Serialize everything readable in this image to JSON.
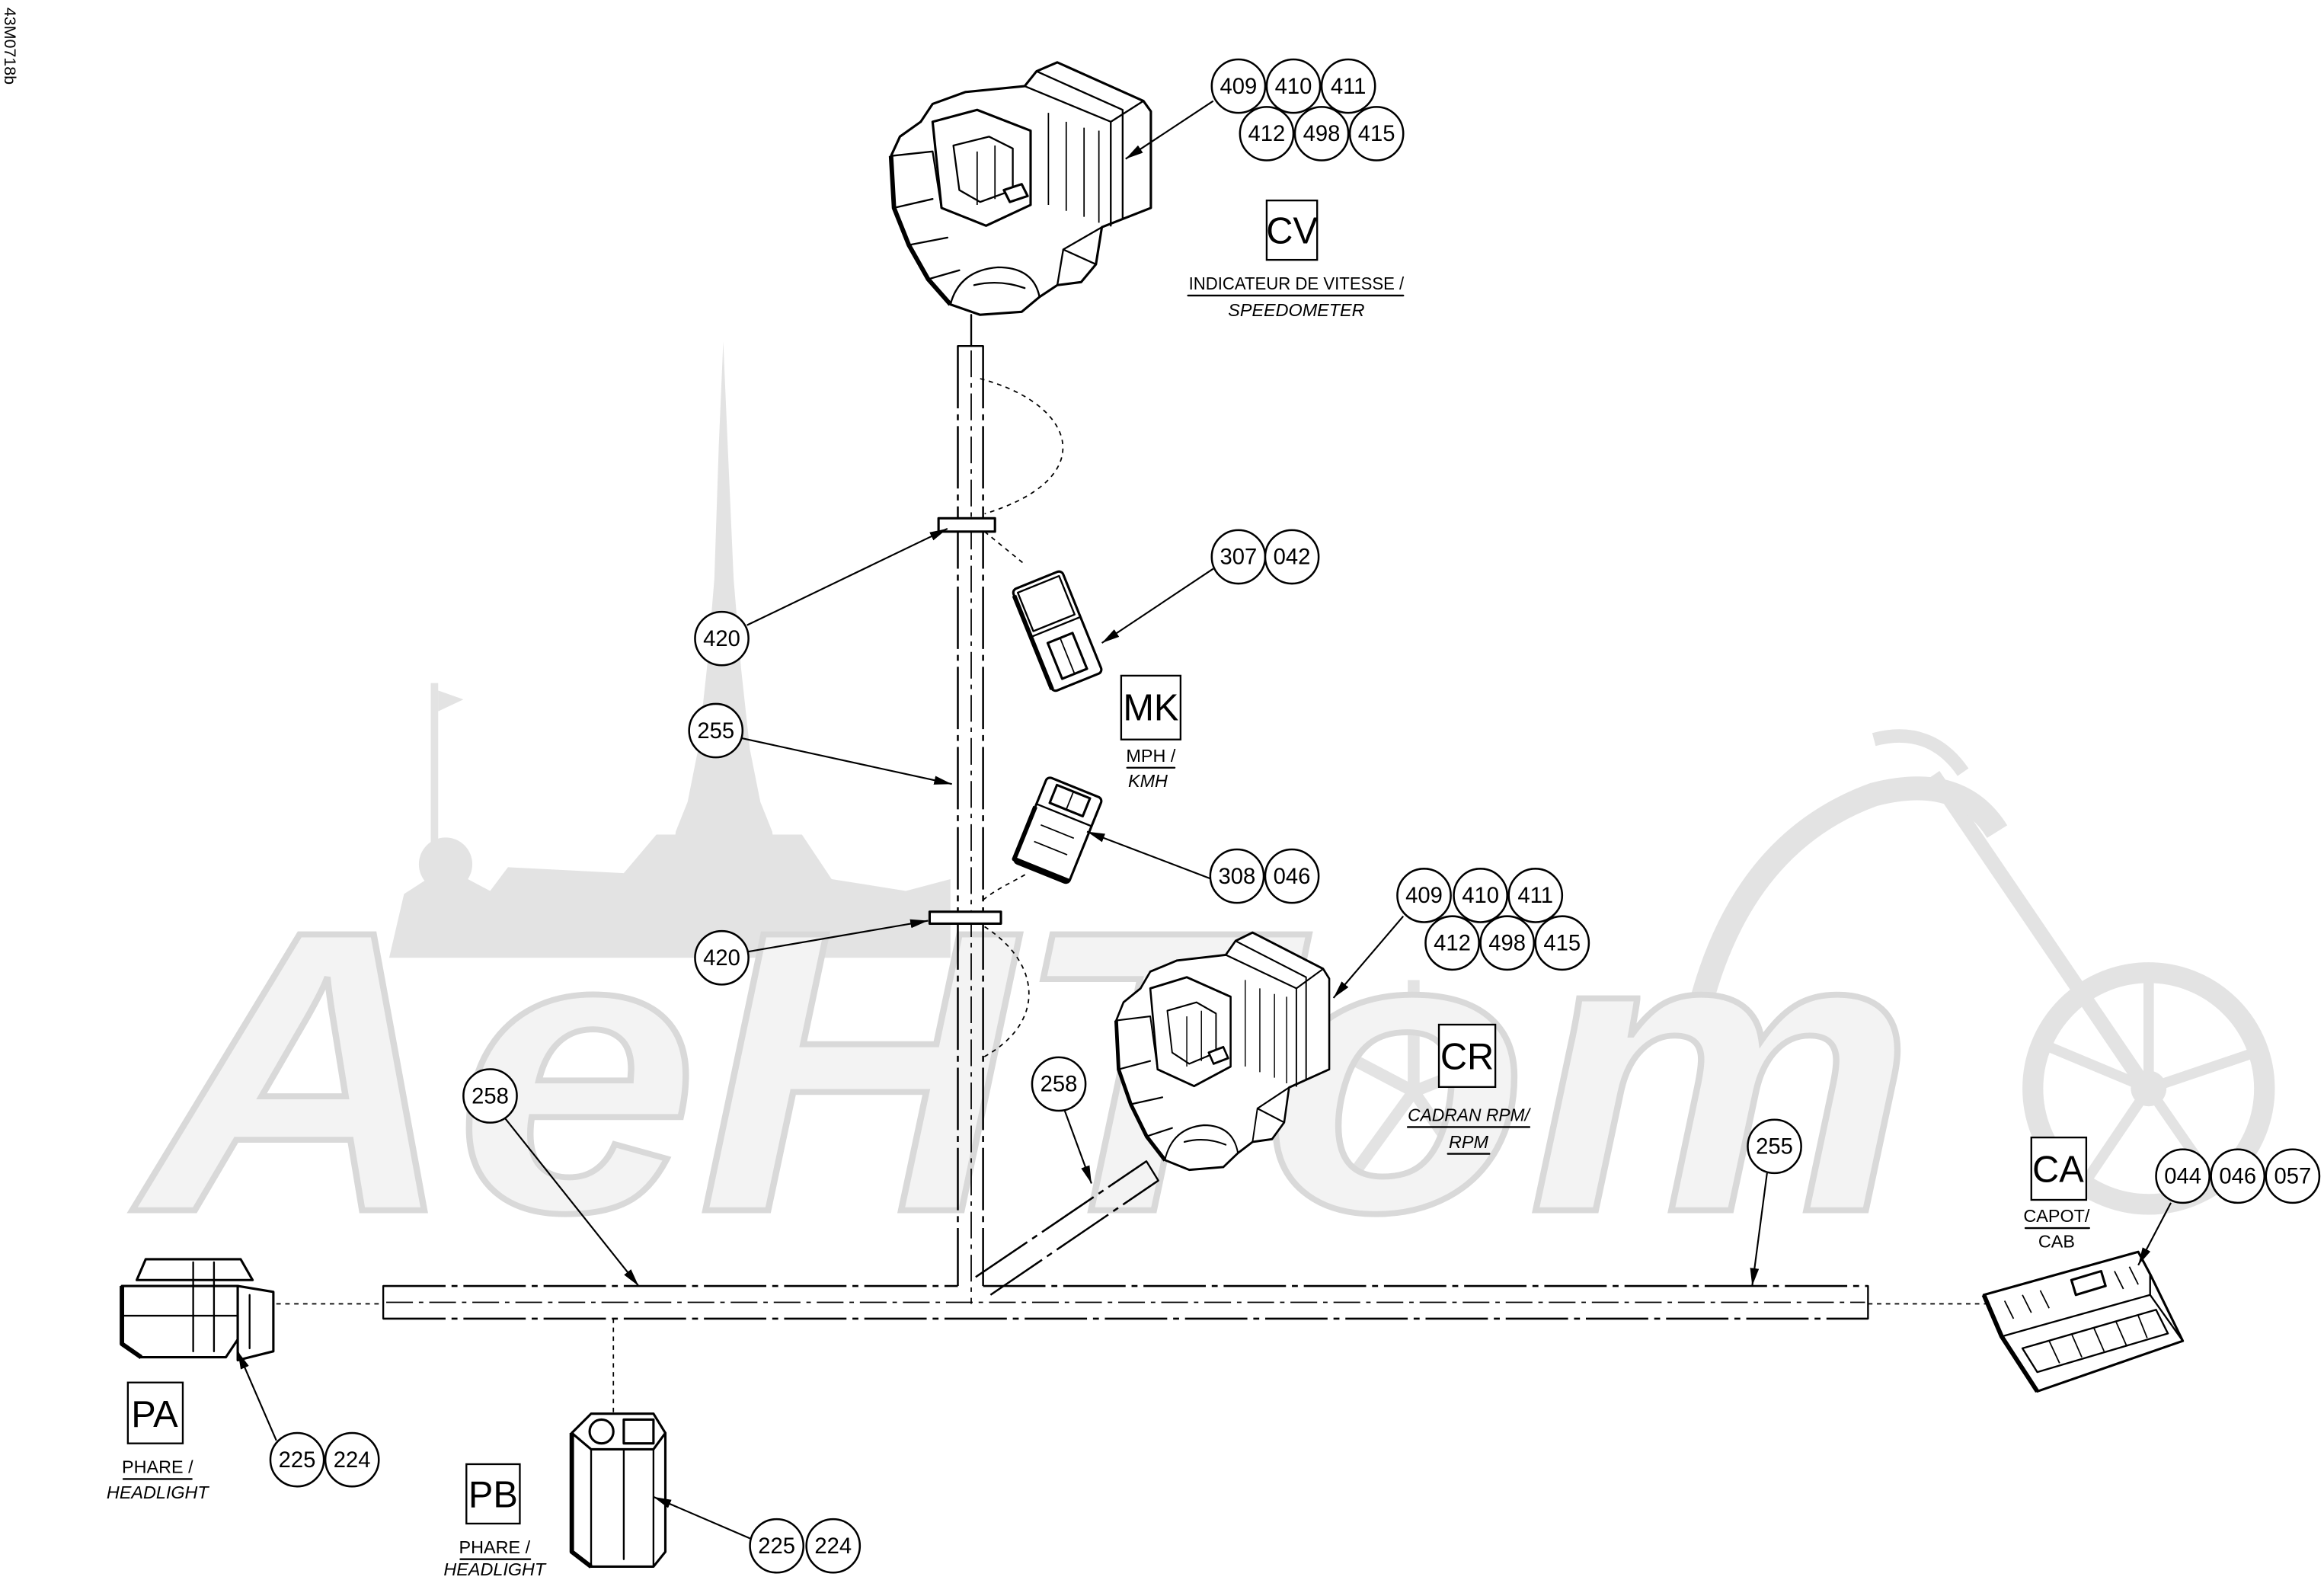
{
  "drawing_ref": "43M0718b",
  "watermark": "AeHTom",
  "connectors": {
    "cv": {
      "code": "CV",
      "label_fr": "INDICATEUR DE VITESSE /",
      "label_en": "SPEEDOMETER",
      "parts": [
        "409",
        "410",
        "411",
        "412",
        "498",
        "415"
      ]
    },
    "mk": {
      "code": "MK",
      "label_fr": "MPH /",
      "label_en": "KMH",
      "plug_parts": [
        "307",
        "042"
      ],
      "socket_parts": [
        "308",
        "046"
      ]
    },
    "cr": {
      "code": "CR",
      "label_fr": "CADRAN RPM/",
      "label_en": "RPM",
      "parts": [
        "409",
        "410",
        "411",
        "412",
        "498",
        "415"
      ]
    },
    "ca": {
      "code": "CA",
      "label_fr": "CAPOT/",
      "label_en": "CAB",
      "parts": [
        "044",
        "046",
        "057"
      ]
    },
    "pa": {
      "code": "PA",
      "label_fr": "PHARE /",
      "label_en": "HEADLIGHT",
      "parts": [
        "225",
        "224"
      ]
    },
    "pb": {
      "code": "PB",
      "label_fr": "PHARE /",
      "label_en": "HEADLIGHT",
      "parts": [
        "225",
        "224"
      ]
    }
  },
  "callouts": {
    "clip_upper": "420",
    "clip_lower": "420",
    "harness_main": "255",
    "harness_right": "255",
    "branch_left": "258",
    "branch_cr": "258"
  },
  "colors": {
    "ink": "#000000",
    "watermark": "#dcdcdc",
    "background": "#ffffff"
  }
}
